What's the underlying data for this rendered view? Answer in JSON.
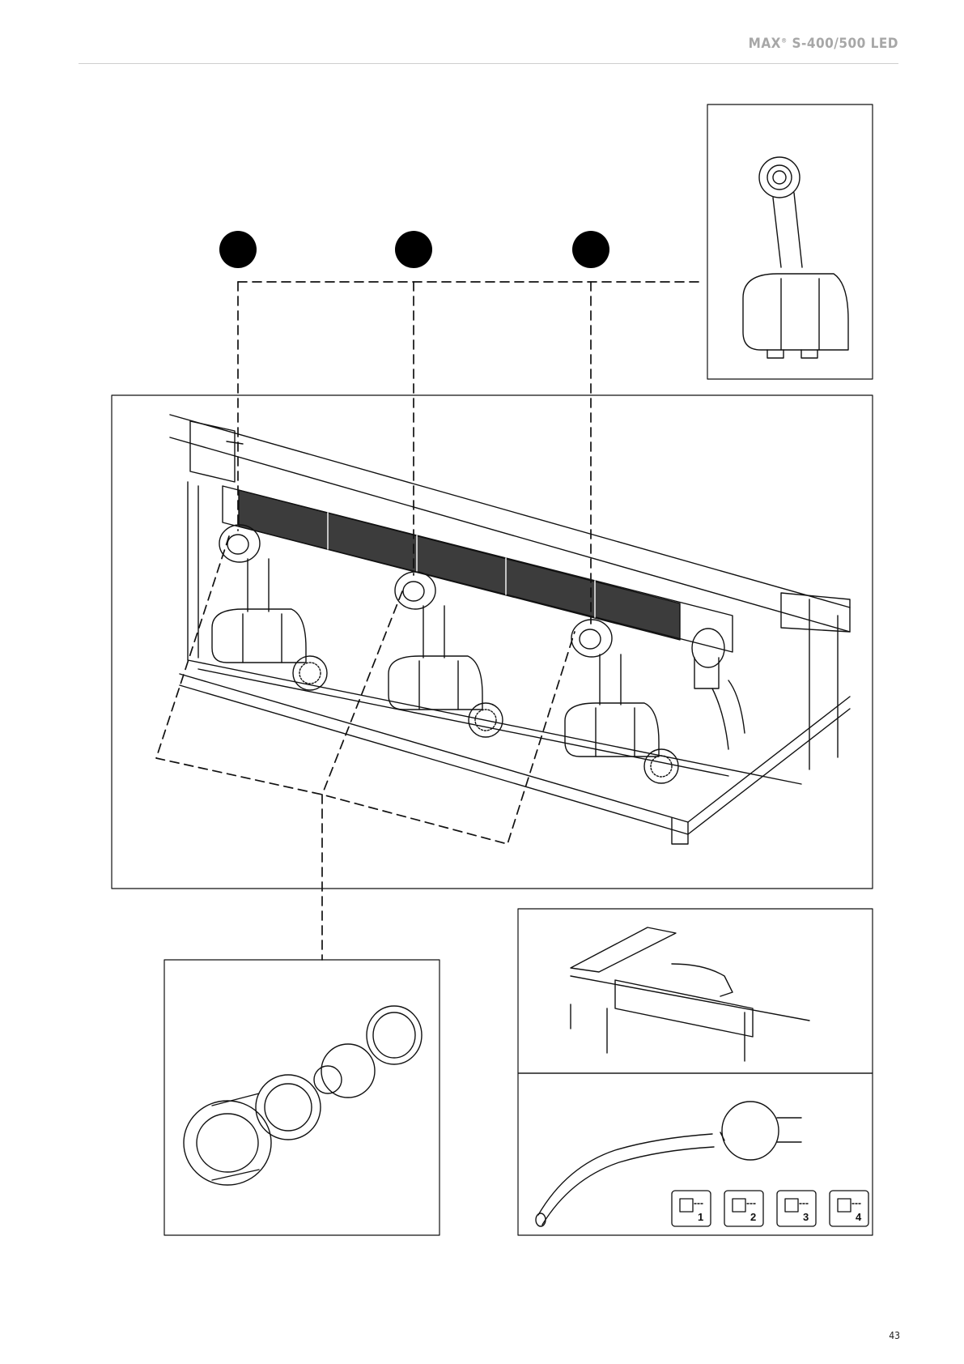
{
  "header": {
    "product": "MAX",
    "registered_mark": "®",
    "model": " S-400/500 LED"
  },
  "page_number": "43",
  "mode_tiles": [
    {
      "number": "1",
      "icon": "pump-mode-icon"
    },
    {
      "number": "2",
      "icon": "pump-mode-icon"
    },
    {
      "number": "3",
      "icon": "pump-mode-icon"
    },
    {
      "number": "4",
      "icon": "pump-mode-icon"
    }
  ]
}
